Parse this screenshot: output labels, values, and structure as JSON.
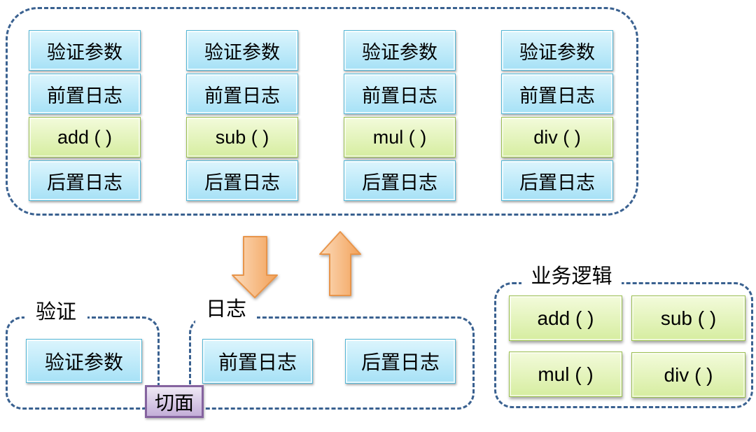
{
  "proxies": {
    "columns": [
      {
        "name": "add-proxy",
        "cells": [
          "验证参数",
          "前置日志",
          "add ( )",
          "后置日志"
        ]
      },
      {
        "name": "sub-proxy",
        "cells": [
          "验证参数",
          "前置日志",
          "sub ( )",
          "后置日志"
        ]
      },
      {
        "name": "mul-proxy",
        "cells": [
          "验证参数",
          "前置日志",
          "mul ( )",
          "后置日志"
        ]
      },
      {
        "name": "div-proxy",
        "cells": [
          "验证参数",
          "前置日志",
          "div ( )",
          "后置日志"
        ]
      }
    ]
  },
  "validation_group": {
    "label": "验证",
    "boxes": [
      "验证参数"
    ]
  },
  "logging_group": {
    "label": "日志",
    "boxes": [
      "前置日志",
      "后置日志"
    ]
  },
  "business_group": {
    "label": "业务逻辑",
    "boxes": [
      "add ( )",
      "sub ( )",
      "mul ( )",
      "div ( )"
    ]
  },
  "aspect_badge": "切面",
  "icons": {
    "down_arrow": "down-block-arrow",
    "up_arrow": "up-block-arrow"
  },
  "colors": {
    "bg": "#ffffff",
    "text": "#000000",
    "dash": "#3a6190",
    "label-bg": "#ffffff",
    "blue-top": "#dcf5fd",
    "blue-bottom": "#a6e1f6",
    "blue-border": "#55b7d6",
    "green-top": "#f3fbdb",
    "green-bottom": "#d6eda0",
    "green-border": "#9cc053",
    "purple-top": "#efe9f5",
    "purple-bottom": "#c3aed8",
    "purple-border": "#85639f",
    "arrow-light": "#fcdcbc",
    "arrow-dark": "#f2a159",
    "arrow-stroke": "#e8954b"
  }
}
